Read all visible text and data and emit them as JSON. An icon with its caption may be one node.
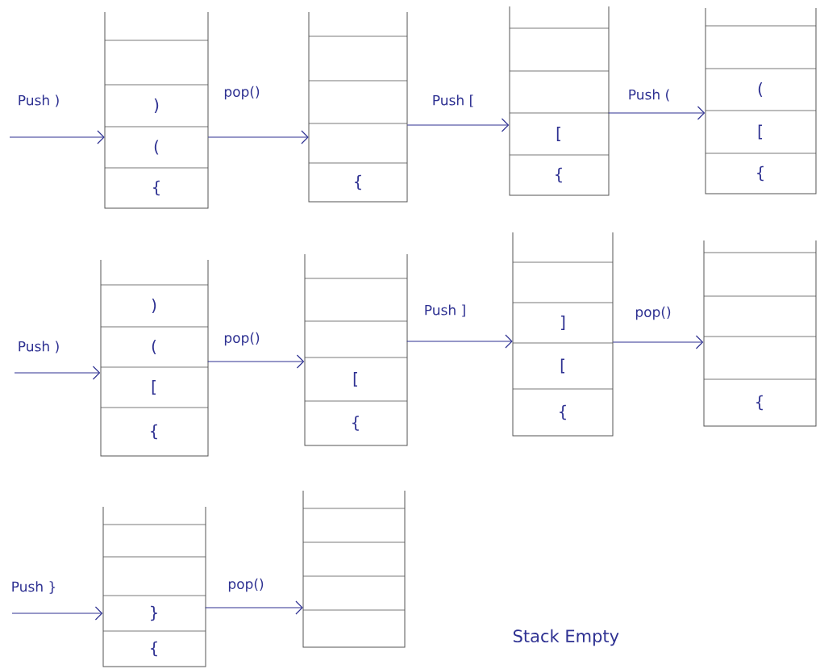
{
  "diagram": {
    "nodes": [
      {
        "text": [
          ")",
          "(",
          "{"
        ]
      },
      {
        "text": [
          "{"
        ]
      },
      {
        "text": [
          "[",
          "{"
        ]
      },
      {
        "text": [
          "(",
          "[",
          "{"
        ]
      },
      {
        "text": [
          ")",
          "(",
          "[",
          "{"
        ]
      },
      {
        "text": [
          "[",
          "{"
        ]
      },
      {
        "text": [
          "]",
          "[",
          "{"
        ]
      },
      {
        "text": [
          "{"
        ]
      },
      {
        "text": [
          "}",
          "{"
        ]
      },
      {
        "text": [],
        "shape": "box"
      }
    ],
    "labels": [
      "Stack Empty"
    ],
    "edges": [
      {
        "from": null,
        "to": 0,
        "arrow": "to",
        "label": "Push )"
      },
      {
        "from": 0,
        "to": 1,
        "arrow": "to",
        "label": "pop()"
      },
      {
        "from": 1,
        "to": 2,
        "arrow": "to",
        "label": "Push ["
      },
      {
        "from": 2,
        "to": 3,
        "arrow": "to",
        "label": "Push ("
      },
      {
        "from": null,
        "to": 4,
        "arrow": "to",
        "label": "Push )"
      },
      {
        "from": 4,
        "to": 5,
        "arrow": "to",
        "label": "pop()"
      },
      {
        "from": 5,
        "to": 6,
        "arrow": "to",
        "label": "Push ]"
      },
      {
        "from": 6,
        "to": 7,
        "arrow": "to",
        "label": "pop()"
      },
      {
        "from": null,
        "to": 8,
        "arrow": "to",
        "label": "Push }"
      },
      {
        "from": 8,
        "to": 9,
        "arrow": "to",
        "label": "pop()"
      }
    ]
  }
}
